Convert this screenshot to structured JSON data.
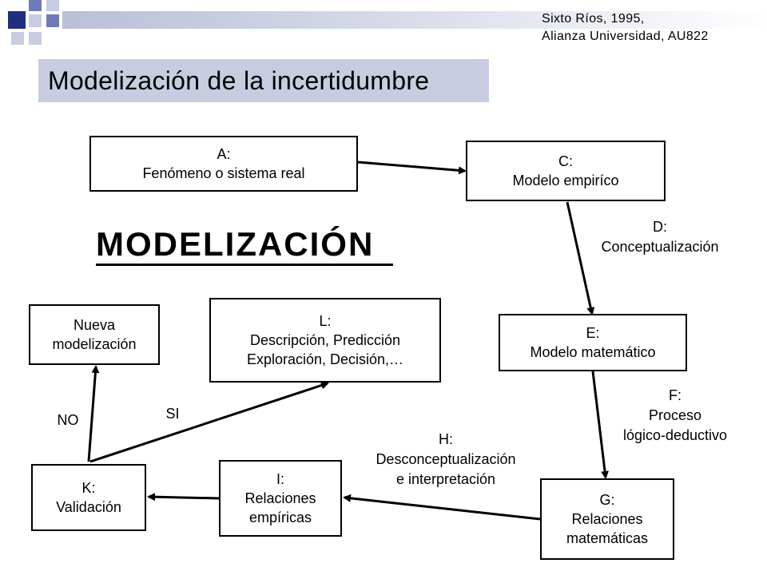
{
  "citation": {
    "line1": "Sixto Ríos, 1995,",
    "line2": "Alianza Universidad, AU822"
  },
  "title": "Modelización  de la incertidumbre",
  "big_label": "MODELIZACIÓN",
  "colors": {
    "decor_dark": "#1f2f7d",
    "decor_mid": "#6e7bb8",
    "decor_light": "#c8cce0",
    "title_box": "#c8cce0"
  },
  "nodes": {
    "a": {
      "line1": "A:",
      "line2": "Fenómeno o sistema real"
    },
    "c": {
      "line1": "C:",
      "line2": "Modelo empiríco"
    },
    "e": {
      "line1": "E:",
      "line2": "Modelo matemático"
    },
    "g": {
      "line1": "G:",
      "line2": "Relaciones",
      "line3": "matemáticas"
    },
    "i": {
      "line1": "I:",
      "line2": "Relaciones",
      "line3": "empíricas"
    },
    "k": {
      "line1": "K:",
      "line2": "Validación"
    },
    "l": {
      "line1": "L:",
      "line2": "Descripción, Predicción",
      "line3": "Exploración, Decisión,…"
    },
    "nueva": {
      "line1": "Nueva",
      "line2": "modelización"
    }
  },
  "edge_labels": {
    "d": {
      "line1": "D:",
      "line2": "Conceptualización"
    },
    "f": {
      "line1": "F:",
      "line2": "Proceso",
      "line3": "lógico-deductivo"
    },
    "h": {
      "line1": "H:",
      "line2": "Desconceptualización",
      "line3": "e interpretación"
    },
    "si": "SI",
    "no": "NO"
  }
}
